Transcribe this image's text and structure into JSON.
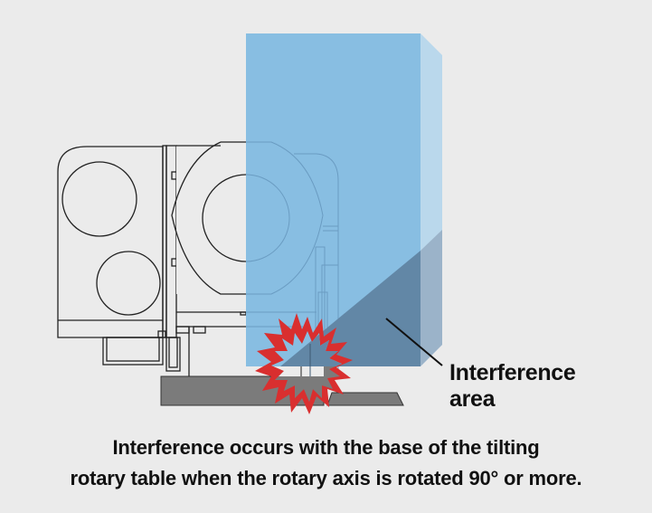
{
  "diagram": {
    "title": "Tilting rotary table interference diagram",
    "callout": {
      "line1": "Interference",
      "line2": "area"
    },
    "caption": {
      "line1": "Interference occurs with the base of the tilting",
      "line2": "rotary table when the rotary axis is rotated 90° or more."
    },
    "colors": {
      "background": "#ebebeb",
      "workpiece_front": "#88bee2",
      "workpiece_side": "#bad8ec",
      "interference_front": "#6287a6",
      "interference_side": "#9bb3c9",
      "base": "#7b7b7b",
      "burst": "#d92f2f",
      "outline": "#222222"
    },
    "icons": [
      "collision-burst-icon"
    ]
  }
}
